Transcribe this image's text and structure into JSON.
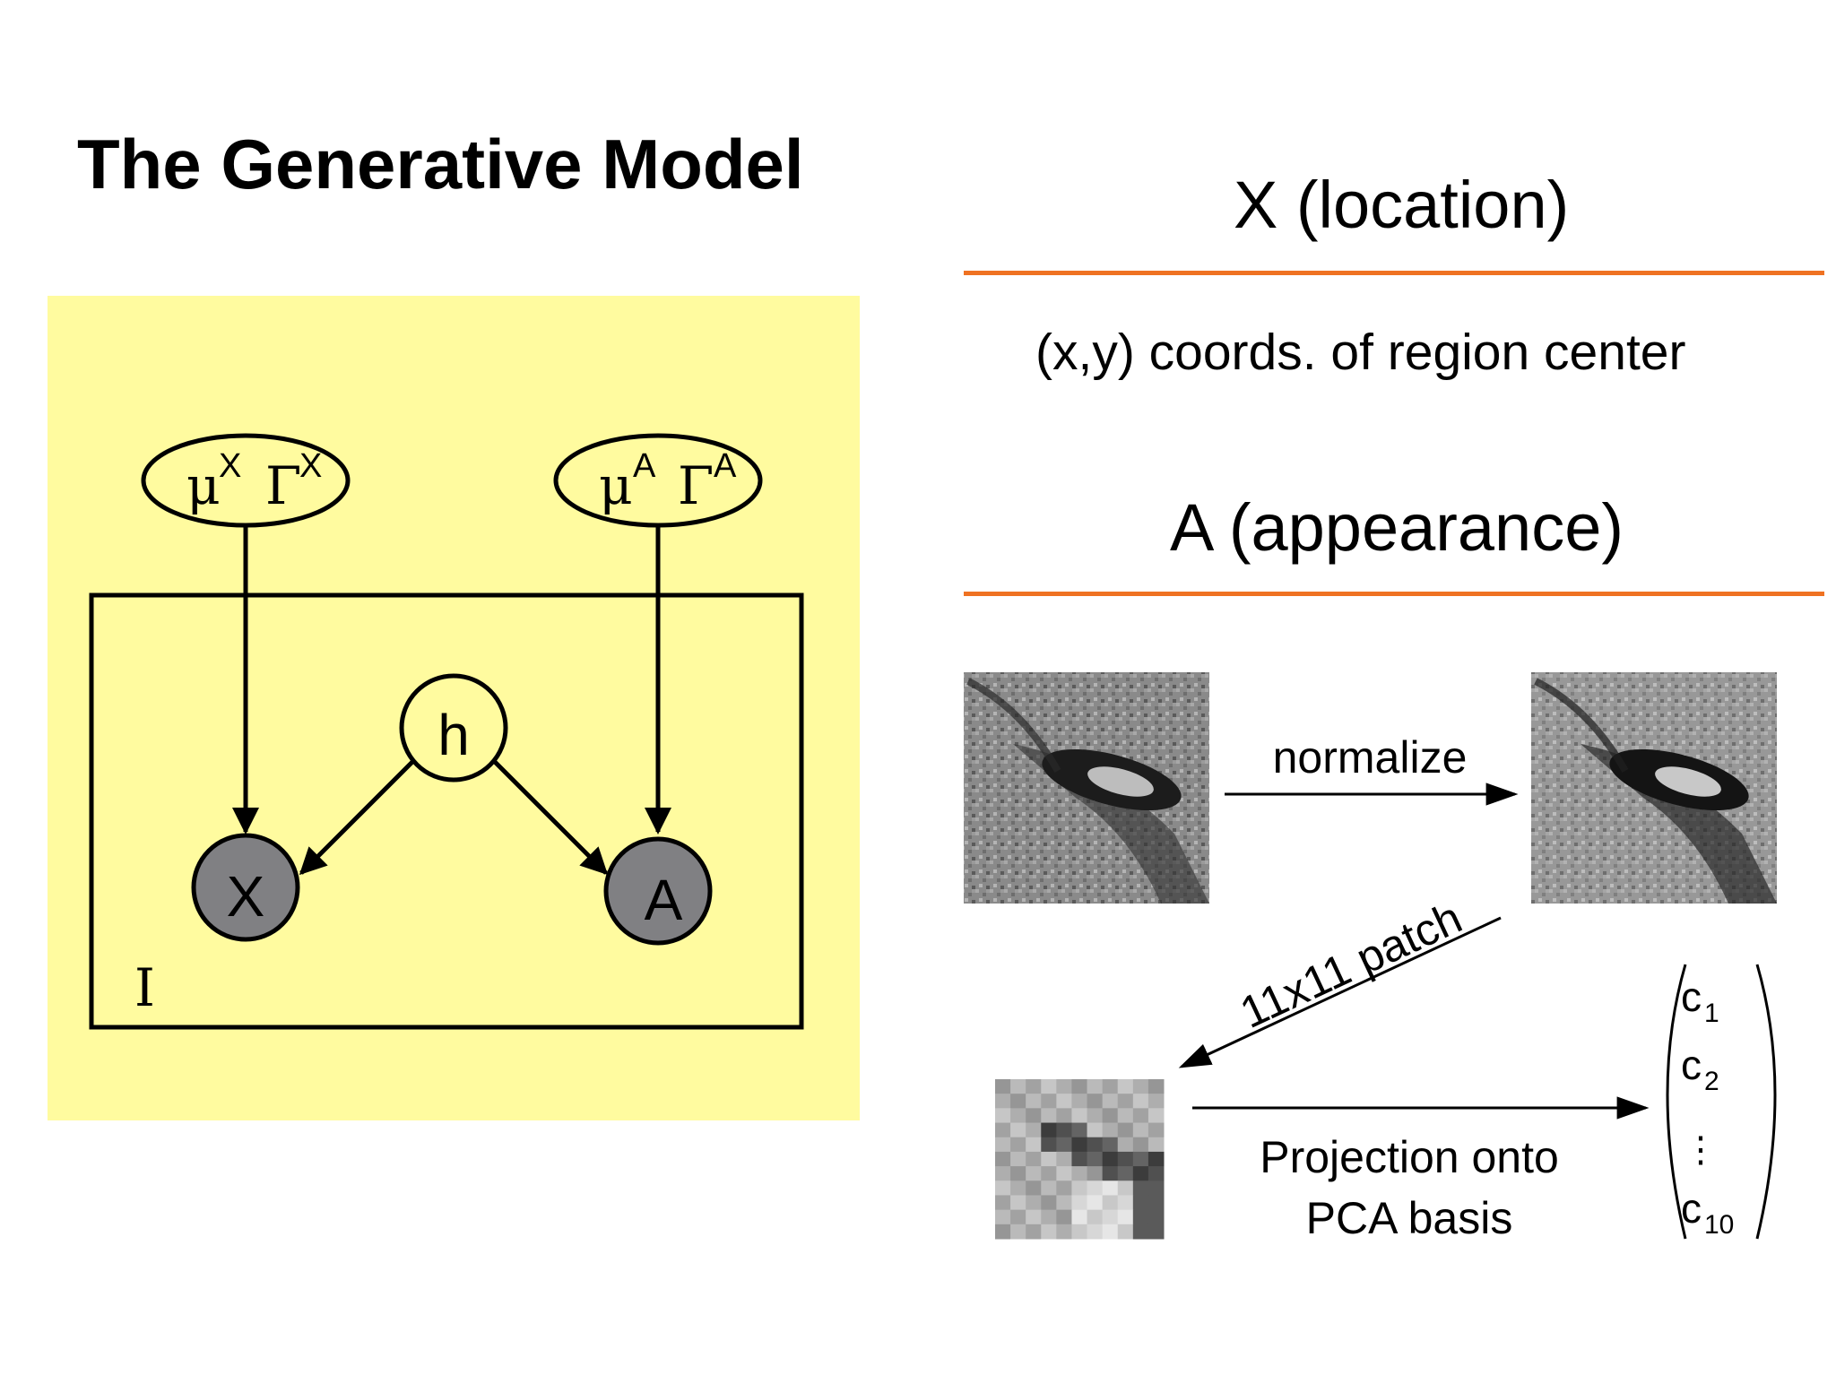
{
  "slide": {
    "title": "The Generative Model"
  },
  "model": {
    "nodes": {
      "mu_x": {
        "symbol": "μ",
        "sup1": "X",
        "gamma": "Γ",
        "sup2": "X"
      },
      "mu_a": {
        "symbol": "μ",
        "sup1": "A",
        "gamma": "Γ",
        "sup2": "A"
      },
      "h": "h",
      "x": "X",
      "a": "A"
    },
    "plate_label": "I",
    "colors": {
      "background": "#fffb9f",
      "observed_node": "#808083",
      "stroke": "#000000"
    }
  },
  "right_panel": {
    "x_heading": "X (location)",
    "x_description": "(x,y) coords. of region center",
    "a_heading": "A (appearance)",
    "rule_color": "#ef7222"
  },
  "pipeline": {
    "normalize_label": "normalize",
    "patch_label": "11x11 patch",
    "projection_label_line1": "Projection onto",
    "projection_label_line2": "PCA basis",
    "vector": {
      "c1": "c",
      "c1_sub": "1",
      "c2": "c",
      "c2_sub": "2",
      "dots": "⋮",
      "c10": "c",
      "c10_sub": "10"
    }
  }
}
